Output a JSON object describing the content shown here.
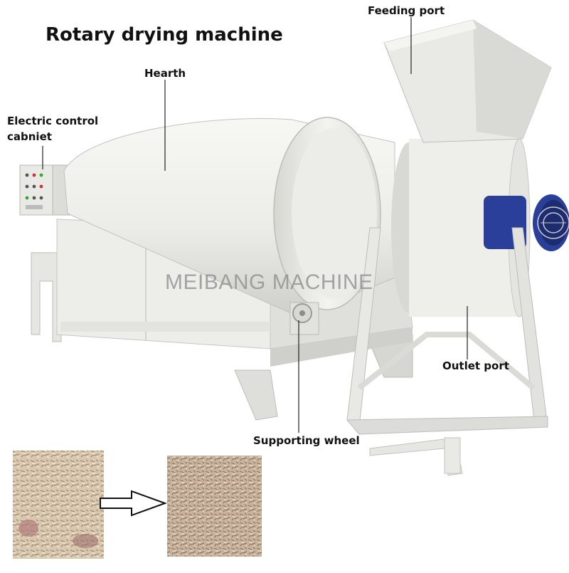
{
  "title": "Rotary drying machine",
  "watermark": "MEIBANG MACHINE",
  "labels": {
    "feeding_port": "Feeding port",
    "hearth": "Hearth",
    "electric_line1": "Electric control",
    "electric_line2": "cabniet",
    "outlet_port": "Outlet port",
    "supporting_wheel": "Supporting wheel"
  },
  "colors": {
    "machine_body": "#eeeeea",
    "shadow": "#cfcfcb",
    "fan_blue": "#2a3f9a",
    "material_raw": "#c9b59a",
    "material_dried": "#b49a80"
  }
}
